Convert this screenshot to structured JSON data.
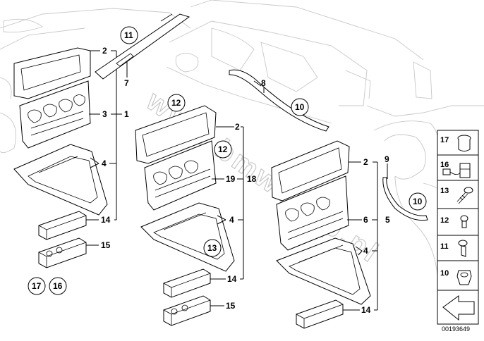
{
  "diagram": {
    "callouts": {
      "c1": "1",
      "c2a": "2",
      "c2b": "2",
      "c3": "3",
      "c4a": "4",
      "c4b": "4",
      "c4c": "4",
      "c5": "5",
      "c6": "6",
      "c7": "7",
      "c8": "8",
      "c9": "9",
      "c10a": "10",
      "c10b": "10",
      "c11": "11",
      "c12a": "12",
      "c12b": "12",
      "c13": "13",
      "c14a": "14",
      "c14b": "14",
      "c14c": "14",
      "c15a": "15",
      "c15b": "15",
      "c16": "16",
      "c17": "17",
      "c18": "18",
      "c19": "19"
    },
    "legend": {
      "items": [
        "17",
        "16",
        "13",
        "12",
        "11",
        "10"
      ]
    },
    "catalog_code": "00193649",
    "watermark": "www.bmwshop.pl"
  }
}
